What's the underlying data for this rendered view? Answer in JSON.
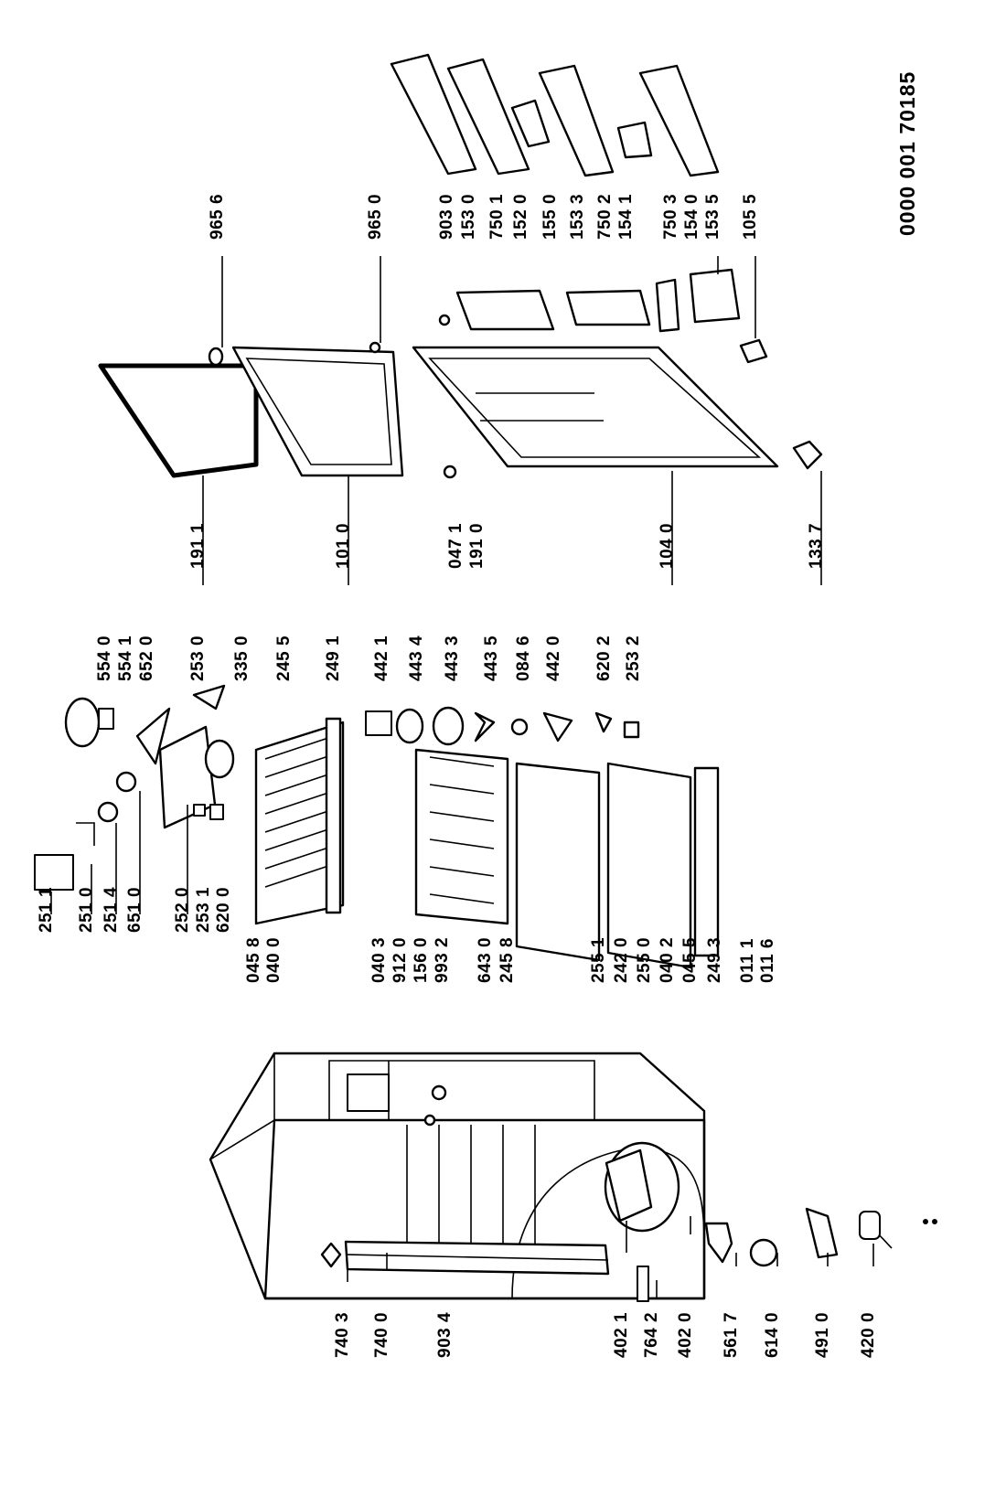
{
  "document_code": "0000 001 70185",
  "callouts": [
    "251 1",
    "251 0",
    "251 4",
    "651 0",
    "252 0",
    "253 1",
    "620 0",
    "045 8",
    "040 0",
    "040 3",
    "912 0",
    "156 0",
    "993 2",
    "643 0",
    "245 8",
    "255 1",
    "242 0",
    "255 0",
    "040 2",
    "045 5",
    "249 3",
    "011 1",
    "011 6",
    "554 0",
    "554 1",
    "652 0",
    "253 0",
    "335 0",
    "245 5",
    "249 1",
    "442 1",
    "443 4",
    "443 3",
    "443 5",
    "084 6",
    "442 0",
    "620 2",
    "253 2",
    "740 3",
    "740 0",
    "903 4",
    "402 1",
    "764 2",
    "402 0",
    "561 7",
    "614 0",
    "491 0",
    "420 0",
    "191 1",
    "101 0",
    "965 6",
    "965 0",
    "047 1",
    "191 0",
    "104 0",
    "133 7",
    "903 0",
    "153 0",
    "750 1",
    "152 0",
    "155 0",
    "153 3",
    "750 2",
    "154 1",
    "750 3",
    "154 0",
    "153 5",
    "105 5"
  ]
}
